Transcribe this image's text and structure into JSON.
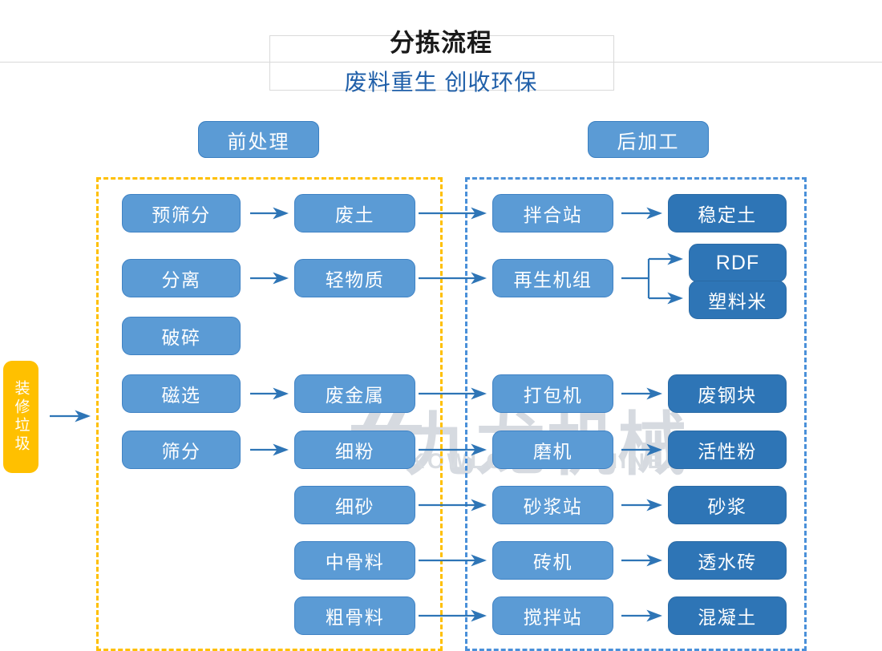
{
  "header": {
    "title": "分拣流程",
    "subtitle": "废料重生 创收环保"
  },
  "watermark": {
    "cn": "九龙机械",
    "en": "KOWLOONMACHINERY"
  },
  "source": {
    "label": "装修垃圾"
  },
  "zones": [
    {
      "id": "pre",
      "label": "前处理",
      "border_color": "#ffc000"
    },
    {
      "id": "post",
      "label": "后加工",
      "border_color": "#4a90d9"
    }
  ],
  "colors": {
    "mid_blue": "#5b9bd5",
    "dark_blue": "#2e75b6",
    "orange": "#ffc000",
    "subtitle_blue": "#1f5fa9",
    "arrow": "#2e75b6"
  },
  "nodes": {
    "pre_process": [
      {
        "label": "预筛分"
      },
      {
        "label": "分离"
      },
      {
        "label": "破碎"
      },
      {
        "label": "磁选"
      },
      {
        "label": "筛分"
      }
    ],
    "materials": [
      {
        "label": "废土"
      },
      {
        "label": "轻物质"
      },
      {
        "label": "废金属"
      },
      {
        "label": "细粉"
      },
      {
        "label": "细砂"
      },
      {
        "label": "中骨料"
      },
      {
        "label": "粗骨料"
      }
    ],
    "post_equipment": [
      {
        "label": "拌合站"
      },
      {
        "label": "再生机组"
      },
      {
        "label": "打包机"
      },
      {
        "label": "磨机"
      },
      {
        "label": "砂浆站"
      },
      {
        "label": "砖机"
      },
      {
        "label": "搅拌站"
      }
    ],
    "products": [
      {
        "label": "稳定土"
      },
      {
        "label": "RDF"
      },
      {
        "label": "塑料米"
      },
      {
        "label": "废钢块"
      },
      {
        "label": "活性粉"
      },
      {
        "label": "砂浆"
      },
      {
        "label": "透水砖"
      },
      {
        "label": "混凝土"
      }
    ]
  },
  "flows": [
    {
      "from": "装修垃圾",
      "to": "前处理"
    },
    {
      "from": "预筛分",
      "to": "废土"
    },
    {
      "from": "废土",
      "to": "拌合站"
    },
    {
      "from": "拌合站",
      "to": "稳定土"
    },
    {
      "from": "分离",
      "to": "轻物质"
    },
    {
      "from": "轻物质",
      "to": "再生机组"
    },
    {
      "from": "再生机组",
      "to": "RDF"
    },
    {
      "from": "再生机组",
      "to": "塑料米"
    },
    {
      "from": "磁选",
      "to": "废金属"
    },
    {
      "from": "废金属",
      "to": "打包机"
    },
    {
      "from": "打包机",
      "to": "废钢块"
    },
    {
      "from": "筛分",
      "to": "细粉"
    },
    {
      "from": "细粉",
      "to": "磨机"
    },
    {
      "from": "磨机",
      "to": "活性粉"
    },
    {
      "from": "细砂",
      "to": "砂浆站"
    },
    {
      "from": "砂浆站",
      "to": "砂浆"
    },
    {
      "from": "中骨料",
      "to": "砖机"
    },
    {
      "from": "砖机",
      "to": "透水砖"
    },
    {
      "from": "粗骨料",
      "to": "搅拌站"
    },
    {
      "from": "搅拌站",
      "to": "混凝土"
    }
  ]
}
